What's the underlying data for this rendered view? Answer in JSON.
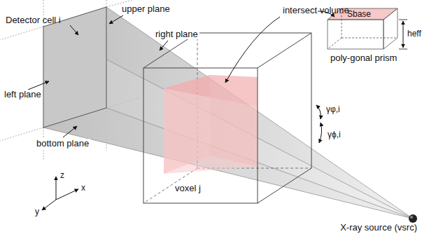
{
  "diagram": {
    "labels": [
      "Detector cell i",
      "upper plane",
      "right plane",
      "intersect volume",
      "Sbase",
      "heff",
      "poly-gonal prism",
      "left plane",
      "bottom plane",
      "voxel j",
      "γφ,i",
      "γϕ,i",
      "X-ray source (vsrc)",
      "z",
      "y",
      "x"
    ]
  }
}
